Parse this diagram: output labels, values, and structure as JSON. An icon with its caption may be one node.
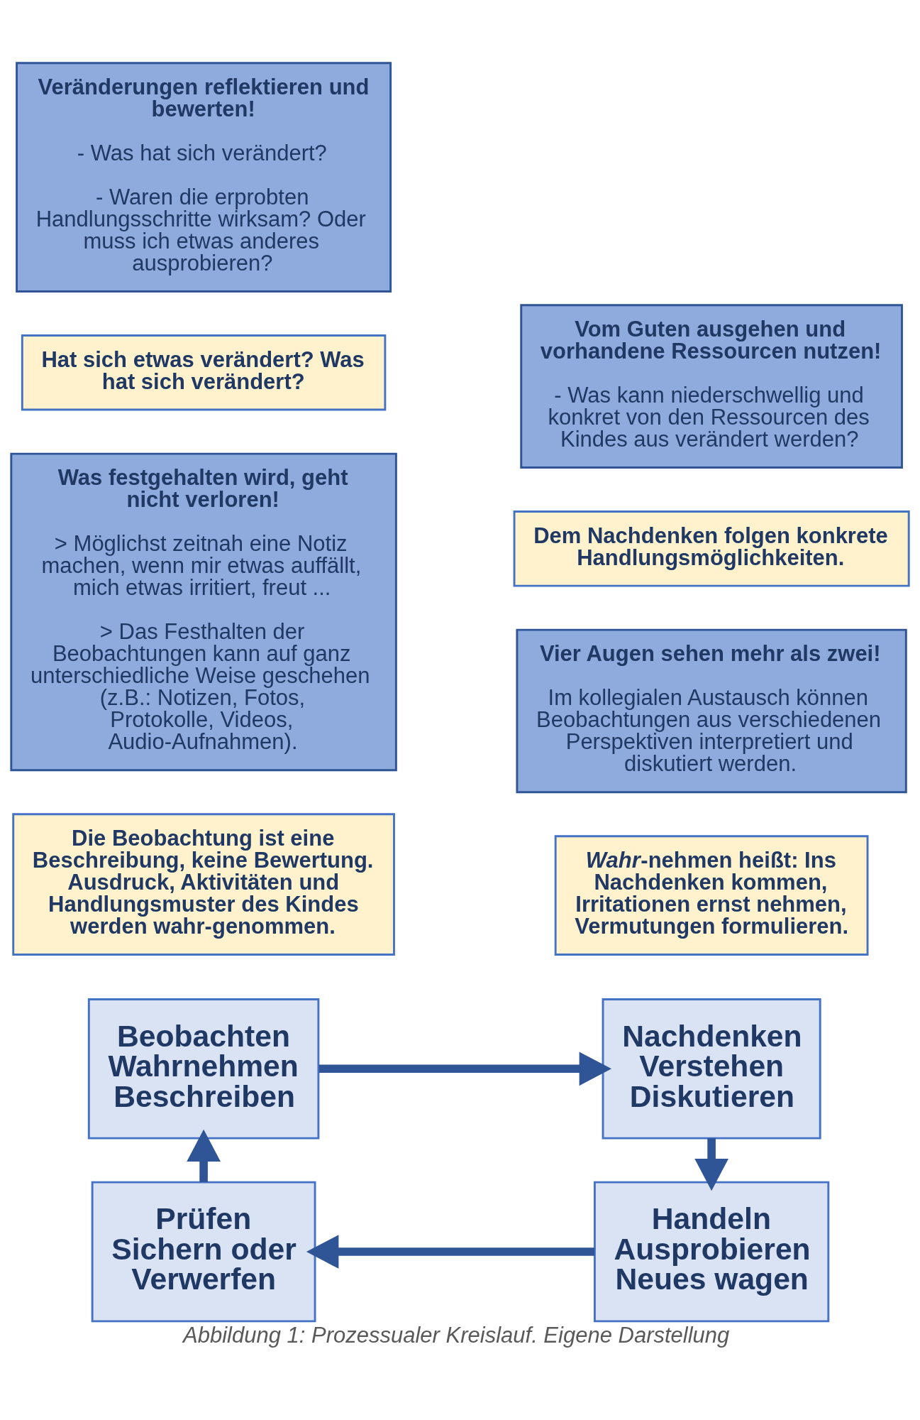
{
  "diagram": {
    "caption": "Abbildung 1: Prozessualer Kreislauf. Eigene Darstellung",
    "nodes": [
      {
        "text": [
          "Beobachten Wahrnehmen Beschreiben"
        ]
      },
      {
        "text": [
          "Nachdenken Verstehen Diskutieren"
        ]
      },
      {
        "text": [
          "Handeln Ausprobieren Neues wagen"
        ]
      },
      {
        "text": [
          "Prüfen Sichern oder Verwerfen"
        ]
      },
      {
        "text": [
          "Die Beobachtung ist eine Beschreibung, keine Bewertung. Ausdruck, Aktivitäten und Handlungsmuster des Kindes werden wahr-genommen."
        ]
      },
      {
        "text": [
          "Was festgehalten wird, geht nicht verloren!",
          "> Möglichst zeitnah eine Notiz machen, wenn mir etwas auffällt, mich etwas irritiert, freut ...",
          "> Das Festhalten der Beobachtungen kann auf ganz unterschiedliche Weise geschehen (z.B.: Notizen, Fotos, Protokolle, Videos, Audio-Aufnahmen)."
        ]
      },
      {
        "text": [
          "*Wahr*-nehmen heißt: Ins Nachdenken kommen, Irritationen ernst nehmen, Vermutungen formulieren."
        ]
      },
      {
        "text": [
          "Vier Augen sehen mehr als zwei!",
          "Im kollegialen Austausch können Beobachtungen aus verschiedenen Perspektiven interpretiert und diskutiert werden."
        ]
      },
      {
        "text": [
          "Dem Nachdenken folgen konkrete Handlungsmöglichkeiten."
        ]
      },
      {
        "text": [
          "Vom Guten ausgehen und vorhandene Ressourcen nutzen!",
          "- Was kann niederschwellig und konkret von den Ressourcen des Kindes aus verändert werden?"
        ]
      },
      {
        "text": [
          "Hat sich etwas verändert? Was hat sich verändert?"
        ]
      },
      {
        "text": [
          "Veränderungen reflektieren und bewerten!",
          "- Was hat sich verändert?",
          "- Waren die erprobten Handlungsschritte wirksam? Oder muss ich etwas anderes ausprobieren?"
        ]
      }
    ],
    "edges": [
      {
        "from": 0,
        "to": 1,
        "arrow": "to"
      },
      {
        "from": 1,
        "to": 2,
        "arrow": "to"
      },
      {
        "from": 2,
        "to": 3,
        "arrow": "to"
      },
      {
        "from": 3,
        "to": 0,
        "arrow": "to"
      }
    ]
  }
}
